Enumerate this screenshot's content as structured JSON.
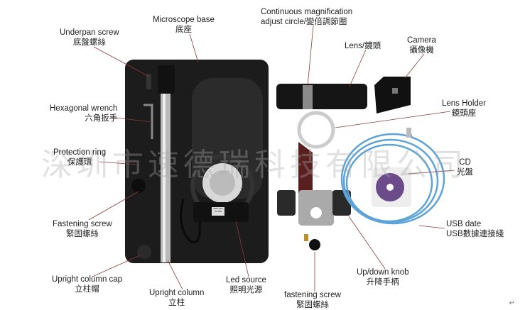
{
  "watermark": "深圳市速德瑞科技有限公司",
  "labels": {
    "microscope_base": {
      "en": "Microscope base",
      "zh": "底座"
    },
    "underpan_screw": {
      "en": "Underpan screw",
      "zh": "底盤螺絲"
    },
    "magnification": {
      "en": "Continuous magnification",
      "zh": "adjust circle/變倍調節圈"
    },
    "lens": {
      "en": "Lens/鏡頭"
    },
    "camera": {
      "en": "Camera",
      "zh": "攝像機"
    },
    "hex_wrench": {
      "en": "Hexagonal wrench",
      "zh": "六角扳手"
    },
    "lens_holder": {
      "en": "Lens Holder",
      "zh": "鏡頭座"
    },
    "protection_ring": {
      "en": "Protection ring",
      "zh": "保護環"
    },
    "cd": {
      "en": "CD",
      "zh": "光盤"
    },
    "fastening_screw_left": {
      "en": "Fastening screw",
      "zh": "緊固螺絲"
    },
    "usb": {
      "en": "USB date",
      "zh": "USB數據連接綫"
    },
    "column_cap": {
      "en": "Upright column cap",
      "zh": "立柱帽"
    },
    "column": {
      "en": "Upright column",
      "zh": "立柱"
    },
    "led": {
      "en": "Led source",
      "zh": "照明光源"
    },
    "updown_knob": {
      "en": "Up/down knob",
      "zh": "升降手柄"
    },
    "fastening_screw_bottom": {
      "en": "fastening screw",
      "zh": "緊固螺絲"
    }
  },
  "led_box_text": "220V 1AC DC 8W",
  "paragraph_mark": "↵"
}
